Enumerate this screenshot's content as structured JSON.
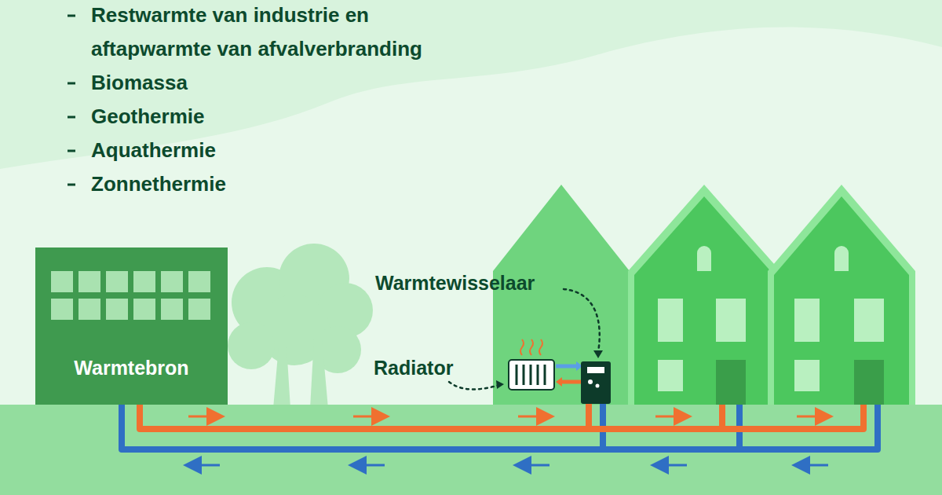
{
  "diagram": {
    "nodes": [
      {
        "text": [
          "Warmtebron"
        ]
      }
    ],
    "labels": [
      "Restwarmte van industrie en aftapwarmte van afvalverbranding",
      "Biomassa",
      "Geothermie",
      "Aquathermie",
      "Zonnethermie",
      "Warmtewisselaar",
      "Radiator"
    ]
  }
}
